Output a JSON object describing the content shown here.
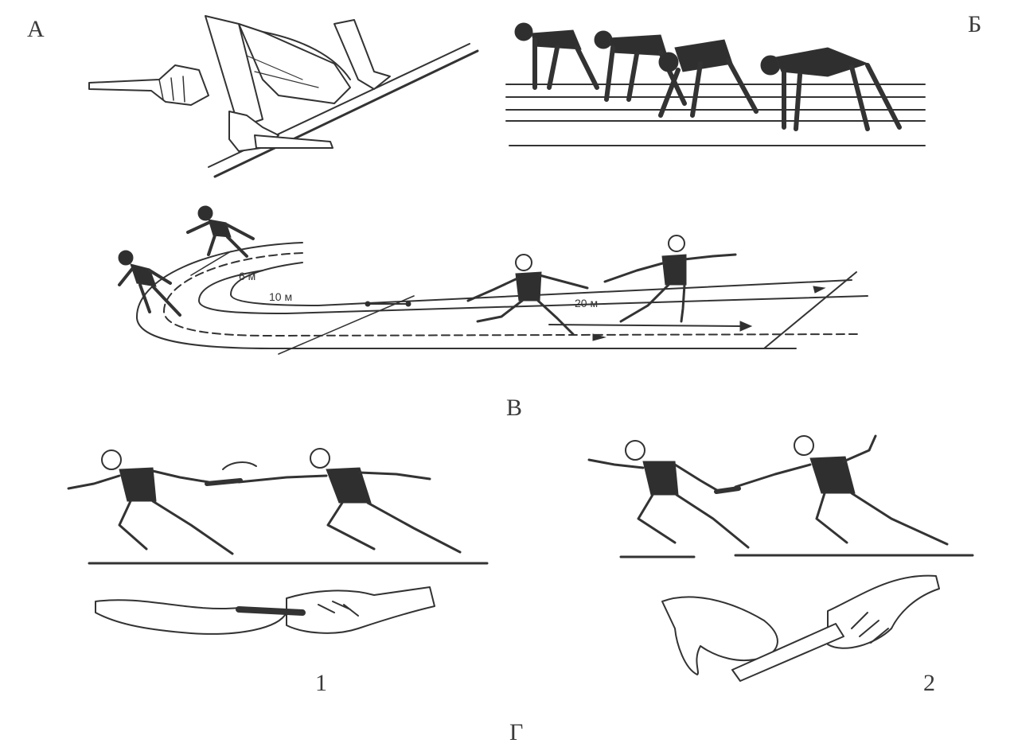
{
  "figure": {
    "panel_labels": {
      "a": "А",
      "b": "Б",
      "v": "В",
      "g": "Г",
      "g1": "1",
      "g2": "2"
    },
    "distance_marks": {
      "m6": "6 м",
      "m10": "10 м",
      "m20": "20 м"
    }
  }
}
